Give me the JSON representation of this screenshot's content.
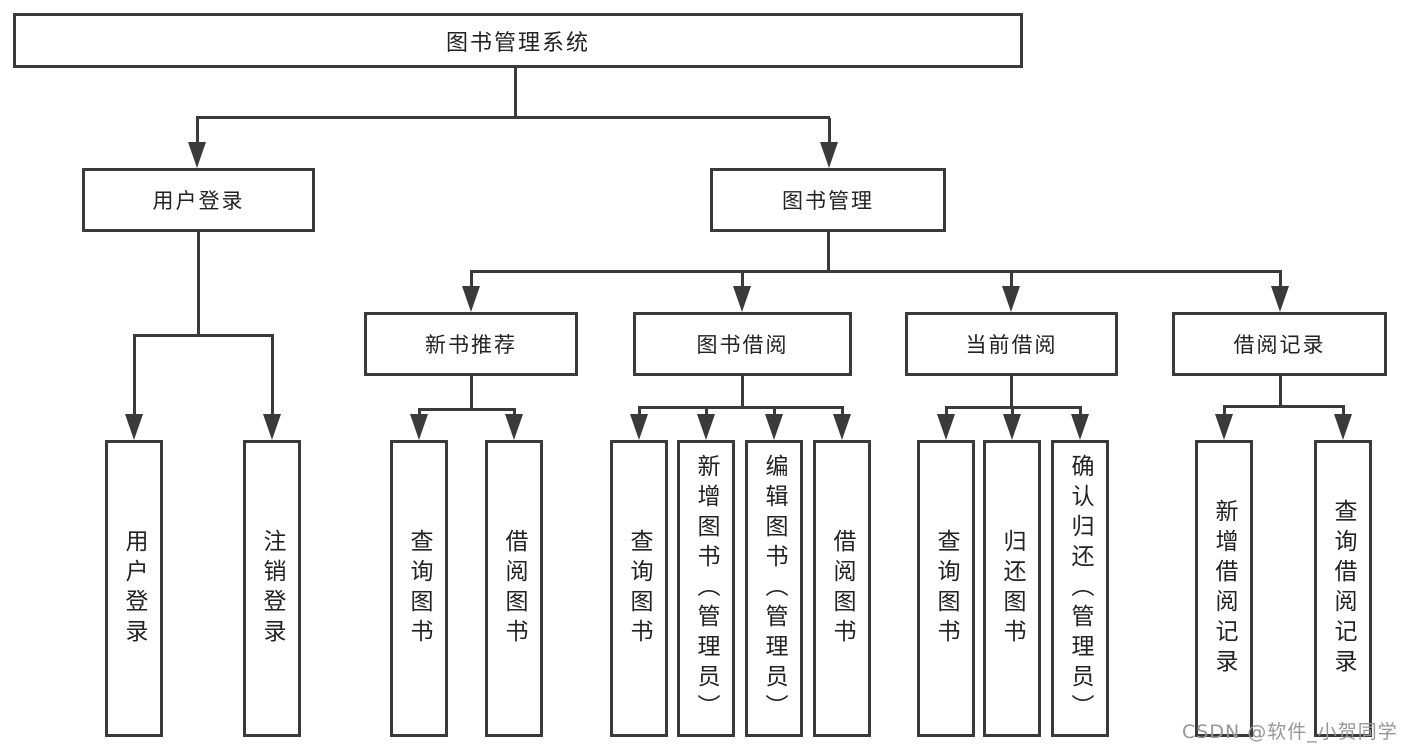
{
  "diagram": {
    "root": {
      "label": "图书管理系统"
    },
    "branches": [
      {
        "label": "用户登录",
        "children": [
          {
            "label": "用户登录"
          },
          {
            "label": "注销登录"
          }
        ]
      },
      {
        "label": "图书管理",
        "sections": [
          {
            "label": "新书推荐",
            "children": [
              {
                "label": "查询图书"
              },
              {
                "label": "借阅图书"
              }
            ]
          },
          {
            "label": "图书借阅",
            "children": [
              {
                "label": "查询图书"
              },
              {
                "label": "新增图书（管理员）"
              },
              {
                "label": "编辑图书（管理员）"
              },
              {
                "label": "借阅图书"
              }
            ]
          },
          {
            "label": "当前借阅",
            "children": [
              {
                "label": "查询图书"
              },
              {
                "label": "归还图书"
              },
              {
                "label": "确认归还（管理员）"
              }
            ]
          },
          {
            "label": "借阅记录",
            "children": [
              {
                "label": "新增借阅记录"
              },
              {
                "label": "查询借阅记录"
              }
            ]
          }
        ]
      }
    ]
  },
  "watermark": {
    "text": "CSDN @软件_小贺同学"
  },
  "colors": {
    "line": "#3a3a3a",
    "text": "#222222",
    "background": "#ffffff",
    "watermark": "#97979b"
  }
}
